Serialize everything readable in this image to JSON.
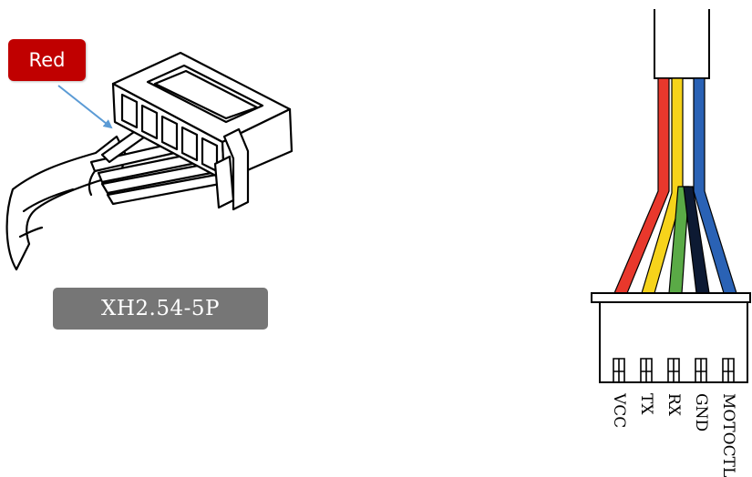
{
  "callout": {
    "label": "Red",
    "color": "#c00000"
  },
  "connector": {
    "model": "XH2.54-5P"
  },
  "pins": [
    {
      "label": "VCC",
      "wire_color": "#e8382c"
    },
    {
      "label": "TX",
      "wire_color": "#f6d31b"
    },
    {
      "label": "RX",
      "wire_color": "#5aaa46"
    },
    {
      "label": "GND",
      "wire_color": "#0d1a33"
    },
    {
      "label": "MOTOCTL",
      "wire_color": "#2a62b5"
    }
  ]
}
